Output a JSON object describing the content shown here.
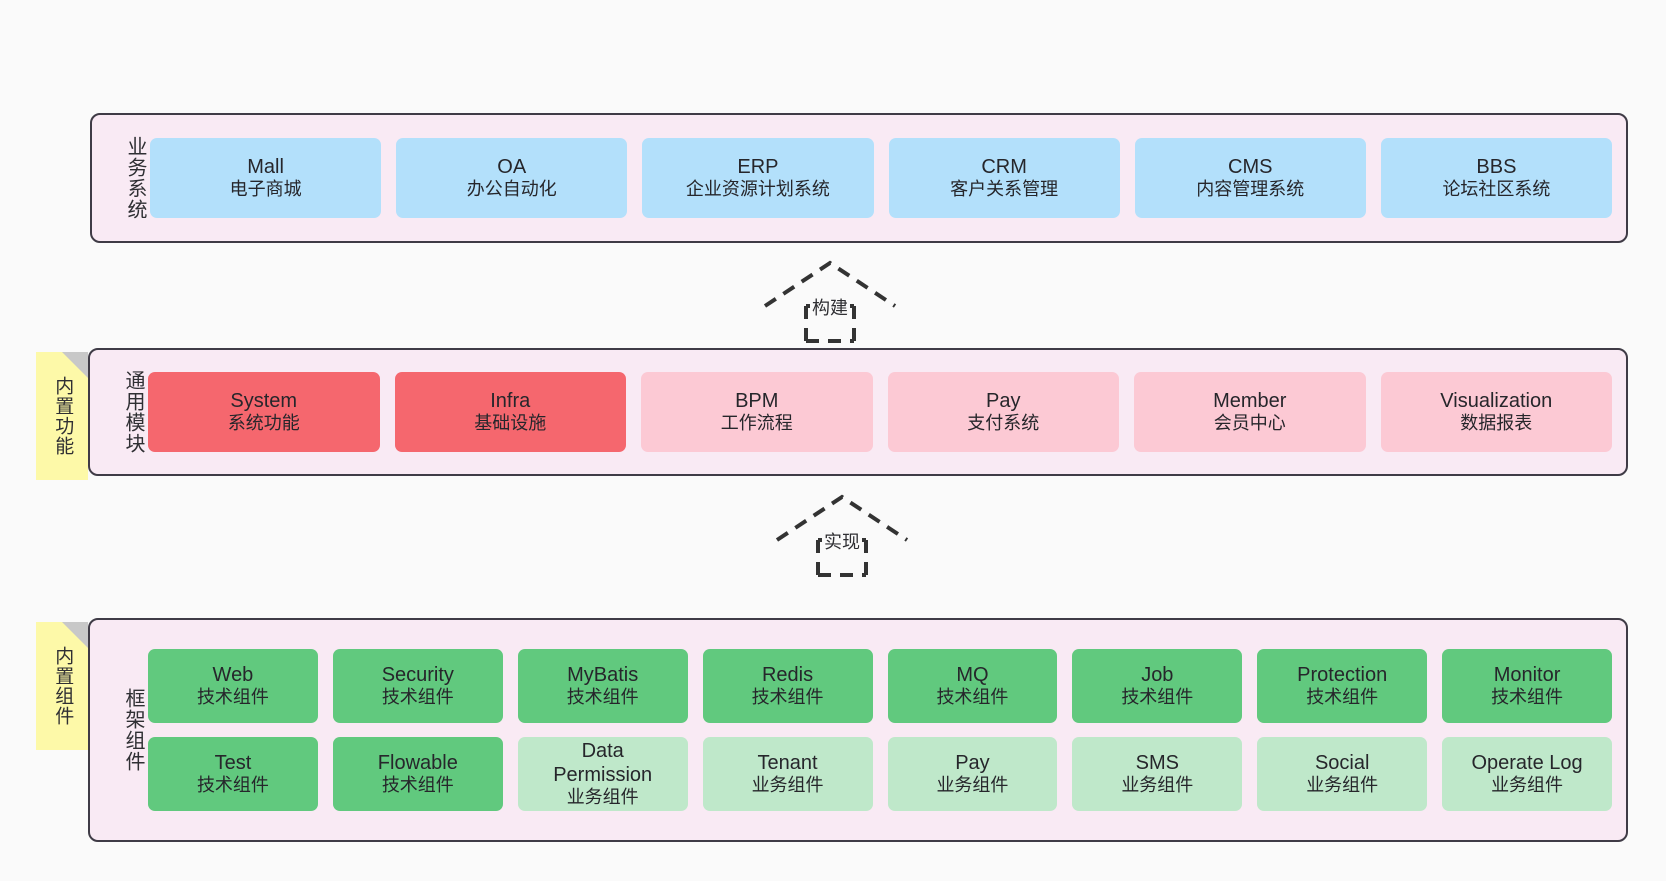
{
  "diagram": {
    "background": "#fafafa",
    "panel_bg": "#f9eaf4",
    "panel_border": "#3f3b46",
    "note_bg": "#fdf9a8"
  },
  "layers": [
    {
      "id": "business",
      "title": "业务系统",
      "note": null,
      "rows": [
        [
          {
            "name": "Mall",
            "desc": "电子商城",
            "color": "#b3e0fb",
            "style": "c-blue"
          },
          {
            "name": "OA",
            "desc": "办公自动化",
            "color": "#b3e0fb",
            "style": "c-blue"
          },
          {
            "name": "ERP",
            "desc": "企业资源计划系统",
            "color": "#b3e0fb",
            "style": "c-blue"
          },
          {
            "name": "CRM",
            "desc": "客户关系管理",
            "color": "#b3e0fb",
            "style": "c-blue"
          },
          {
            "name": "CMS",
            "desc": "内容管理系统",
            "color": "#b3e0fb",
            "style": "c-blue"
          },
          {
            "name": "BBS",
            "desc": "论坛社区系统",
            "color": "#b3e0fb",
            "style": "c-blue"
          }
        ]
      ]
    },
    {
      "id": "common-module",
      "title": "通用模块",
      "note": "内置功能",
      "rows": [
        [
          {
            "name": "System",
            "desc": "系统功能",
            "color": "#f5676e",
            "style": "c-red"
          },
          {
            "name": "Infra",
            "desc": "基础设施",
            "color": "#f5676e",
            "style": "c-red"
          },
          {
            "name": "BPM",
            "desc": "工作流程",
            "color": "#fcc9d4",
            "style": "c-pink"
          },
          {
            "name": "Pay",
            "desc": "支付系统",
            "color": "#fcc9d4",
            "style": "c-pink"
          },
          {
            "name": "Member",
            "desc": "会员中心",
            "color": "#fcc9d4",
            "style": "c-pink"
          },
          {
            "name": "Visualization",
            "desc": "数据报表",
            "color": "#fcc9d4",
            "style": "c-pink"
          }
        ]
      ]
    },
    {
      "id": "framework-component",
      "title": "框架组件",
      "note": "内置组件",
      "rows": [
        [
          {
            "name": "Web",
            "desc": "技术组件",
            "color": "#61c97e",
            "style": "c-green"
          },
          {
            "name": "Security",
            "desc": "技术组件",
            "color": "#61c97e",
            "style": "c-green"
          },
          {
            "name": "MyBatis",
            "desc": "技术组件",
            "color": "#61c97e",
            "style": "c-green"
          },
          {
            "name": "Redis",
            "desc": "技术组件",
            "color": "#61c97e",
            "style": "c-green"
          },
          {
            "name": "MQ",
            "desc": "技术组件",
            "color": "#61c97e",
            "style": "c-green"
          },
          {
            "name": "Job",
            "desc": "技术组件",
            "color": "#61c97e",
            "style": "c-green"
          },
          {
            "name": "Protection",
            "desc": "技术组件",
            "color": "#61c97e",
            "style": "c-green"
          },
          {
            "name": "Monitor",
            "desc": "技术组件",
            "color": "#61c97e",
            "style": "c-green"
          }
        ],
        [
          {
            "name": "Test",
            "desc": "技术组件",
            "color": "#61c97e",
            "style": "c-green"
          },
          {
            "name": "Flowable",
            "desc": "技术组件",
            "color": "#61c97e",
            "style": "c-green"
          },
          {
            "name": "Data Permission",
            "desc": "业务组件",
            "color": "#bfe8ca",
            "style": "c-lightgreen"
          },
          {
            "name": "Tenant",
            "desc": "业务组件",
            "color": "#bfe8ca",
            "style": "c-lightgreen"
          },
          {
            "name": "Pay",
            "desc": "业务组件",
            "color": "#bfe8ca",
            "style": "c-lightgreen"
          },
          {
            "name": "SMS",
            "desc": "业务组件",
            "color": "#bfe8ca",
            "style": "c-lightgreen"
          },
          {
            "name": "Social",
            "desc": "业务组件",
            "color": "#bfe8ca",
            "style": "c-lightgreen"
          },
          {
            "name": "Operate Log",
            "desc": "业务组件",
            "color": "#bfe8ca",
            "style": "c-lightgreen"
          }
        ]
      ]
    }
  ],
  "connectors": [
    {
      "id": "build",
      "label": "构建",
      "from": "common-module",
      "to": "business"
    },
    {
      "id": "implement",
      "label": "实现",
      "from": "framework-component",
      "to": "common-module"
    }
  ]
}
